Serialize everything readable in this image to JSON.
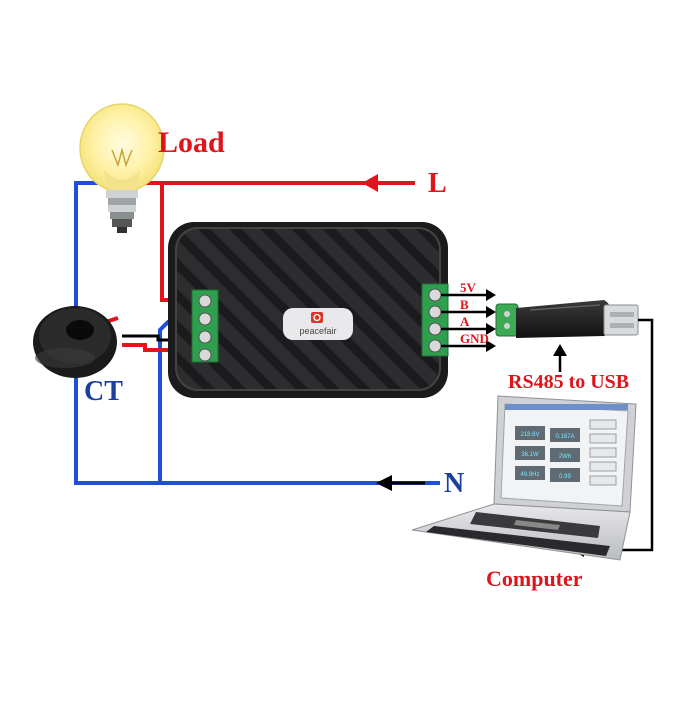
{
  "labels": {
    "load": "Load",
    "line": "L",
    "neutral": "N",
    "ct": "CT",
    "usb": "RS485 to USB",
    "computer": "Computer"
  },
  "pins": [
    "5V",
    "B",
    "A",
    "GND"
  ],
  "device": {
    "brand": "peacefair"
  },
  "colors": {
    "line_wire": "#e0141b",
    "neutral_wire": "#1f4fd6",
    "comm_wire": "#000000",
    "device_body": "#2b2b2d",
    "terminal": "#2f9e4f",
    "label_red": "#e0141b",
    "label_blue": "#1a3fa0"
  },
  "screen": {
    "values": [
      "218.6V",
      "0.167A",
      "36.1W",
      "2Wh",
      "49.9Hz",
      "0.99"
    ]
  }
}
